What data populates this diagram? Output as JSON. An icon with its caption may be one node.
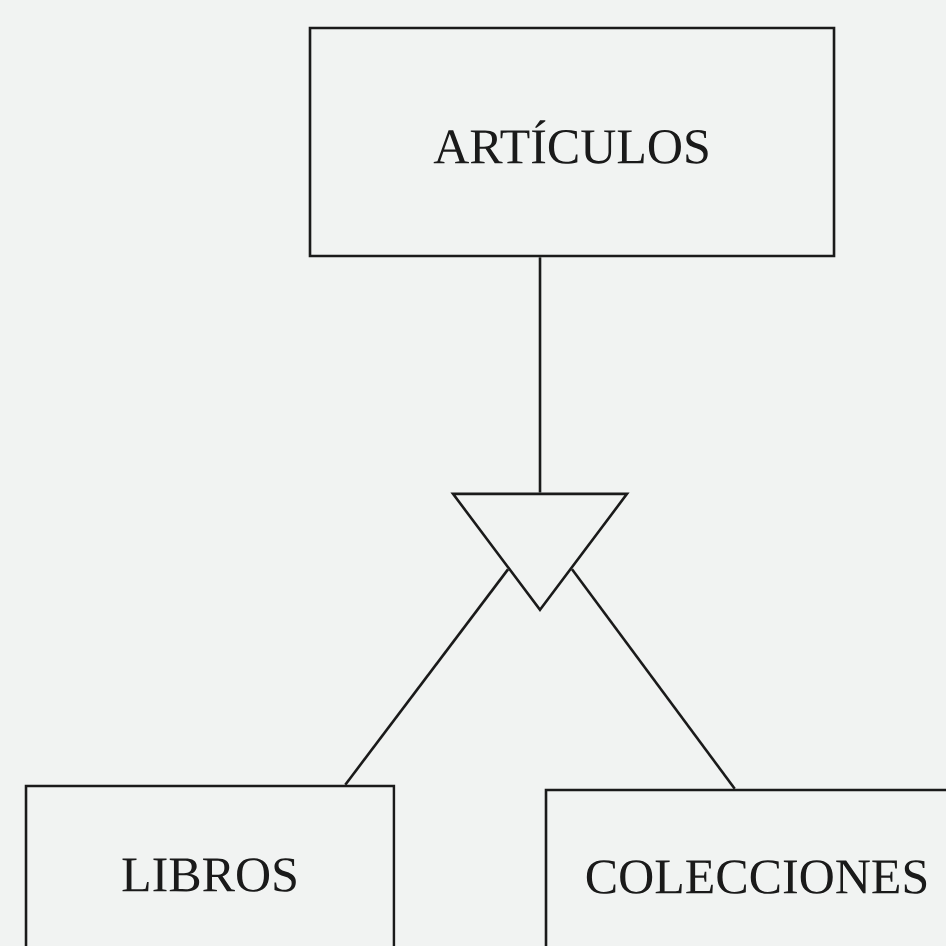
{
  "diagram": {
    "nodes": [
      {
        "text": [
          "ARTÍCULOS"
        ]
      },
      {
        "text": [],
        "shape": "triangle"
      },
      {
        "text": [
          "LIBROS"
        ]
      },
      {
        "text": [
          "COLECCIONES"
        ]
      }
    ],
    "edges": [
      {
        "from": 0,
        "to": 1,
        "arrow": "none"
      },
      {
        "from": 1,
        "to": 2,
        "arrow": "none"
      },
      {
        "from": 1,
        "to": 3,
        "arrow": "none"
      }
    ]
  }
}
